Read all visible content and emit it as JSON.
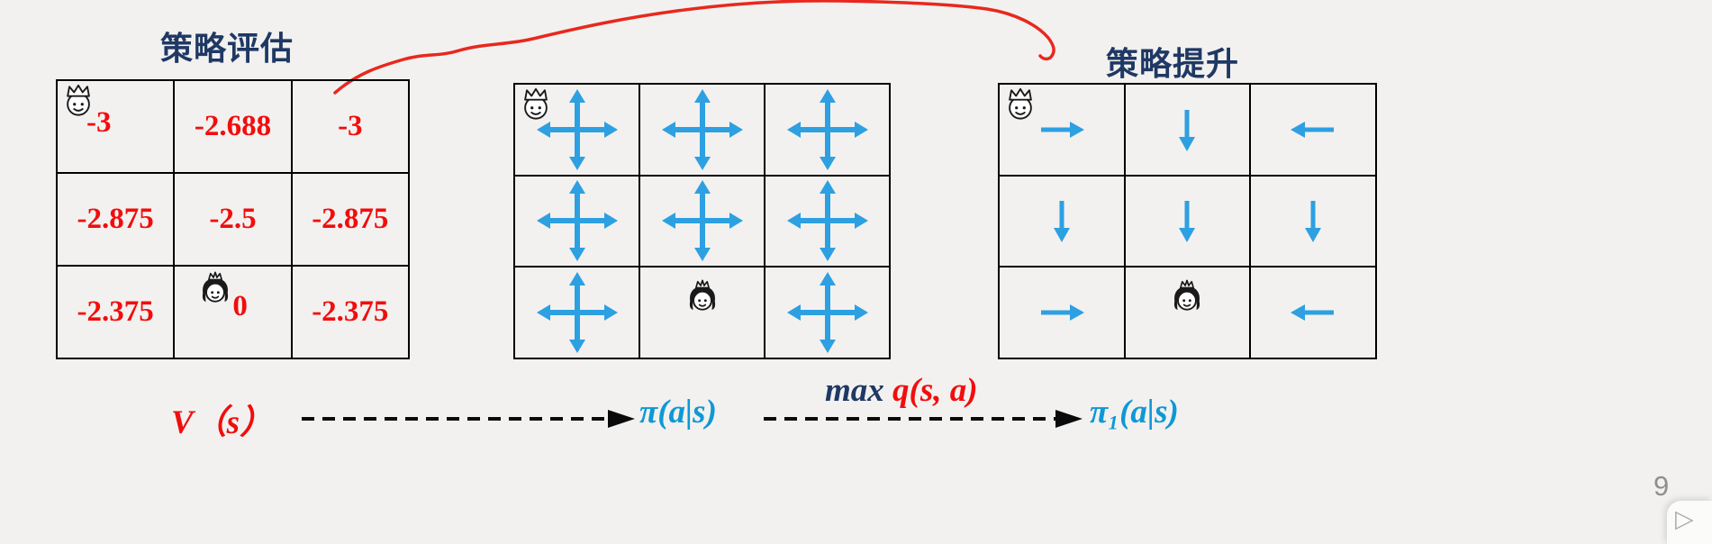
{
  "slide": {
    "page_number": "9"
  },
  "titles": {
    "policy_evaluation": "策略评估",
    "policy_improvement": "策略提升"
  },
  "colors": {
    "title_navy": "#1f3864",
    "value_red": "#f20d0d",
    "arrow_blue": "#2da0e2",
    "pi_blue": "#0e98d6",
    "curve_red": "#e8281e"
  },
  "value_grid": {
    "rows": [
      [
        "-3",
        "-2.688",
        "-3"
      ],
      [
        "-2.875",
        "-2.5",
        "-2.875"
      ],
      [
        "-2.375",
        "0",
        "-2.375"
      ]
    ]
  },
  "policy_grid": {
    "rows": [
      [
        "all",
        "all",
        "all"
      ],
      [
        "all",
        "all",
        "all"
      ],
      [
        "all",
        "princess",
        "all"
      ]
    ]
  },
  "improved_grid": {
    "rows": [
      [
        "right",
        "down",
        "left"
      ],
      [
        "down",
        "down",
        "down"
      ],
      [
        "right",
        "princess",
        "left"
      ]
    ]
  },
  "formula": {
    "v": "V（s）",
    "pi": "π(a|s)",
    "max": "max",
    "q": "q(s, a)",
    "pi1": "π₁(a|s)"
  },
  "icons": {
    "prince": "prince-with-crown-icon",
    "princess": "princess-with-crown-icon"
  }
}
